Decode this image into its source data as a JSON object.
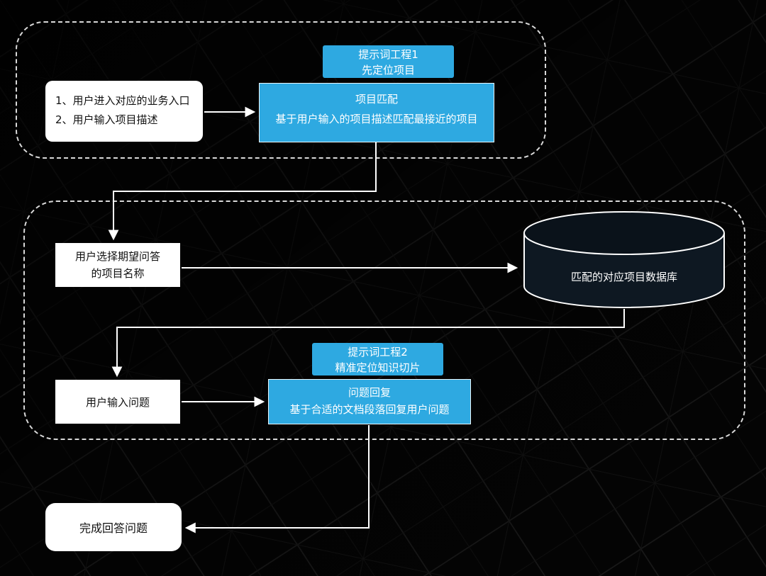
{
  "colors": {
    "accent_blue": "#2EA9E1",
    "node_white": "#FFFFFF",
    "arrow_white": "#FFFFFF",
    "background": "#040404"
  },
  "stage1": {
    "prompt_label": {
      "line1": "提示词工程1",
      "line2": "先定位项目"
    },
    "entry_node": {
      "line1": "1、用户进入对应的业务入口",
      "line2": "2、用户输入项目描述"
    },
    "match_node": {
      "title": "项目匹配",
      "desc": "基于用户输入的项目描述匹配最接近的项目"
    }
  },
  "stage2": {
    "select_node": {
      "line1": "用户选择期望问答",
      "line2": "的项目名称"
    },
    "database_node": {
      "label": "匹配的对应项目数据库"
    },
    "prompt_label": {
      "line1": "提示词工程2",
      "line2": "精准定位知识切片"
    },
    "question_node": {
      "label": "用户输入问题"
    },
    "reply_node": {
      "title": "问题回复",
      "desc": "基于合适的文档段落回复用户问题"
    }
  },
  "finish_node": {
    "label": "完成回答问题"
  }
}
